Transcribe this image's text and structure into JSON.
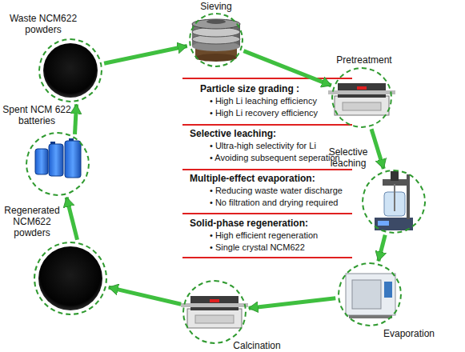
{
  "diagram": {
    "nodes": [
      {
        "text": [
          "Waste NCM622 powders"
        ]
      },
      {
        "text": [
          "Sieving"
        ]
      },
      {
        "text": [
          "Pretreatment"
        ]
      },
      {
        "text": [
          "Selective leaching"
        ]
      },
      {
        "text": [
          "Evaporation"
        ]
      },
      {
        "text": [
          "Calcination"
        ]
      },
      {
        "text": [
          "Regenerated NCM622 powders"
        ]
      },
      {
        "text": [
          "Spent NCM 622 batteries"
        ]
      }
    ],
    "edges": [
      {
        "from": 0,
        "to": 1,
        "arrow": "to"
      },
      {
        "from": 1,
        "to": 2,
        "arrow": "to"
      },
      {
        "from": 2,
        "to": 3,
        "arrow": "to"
      },
      {
        "from": 3,
        "to": 4,
        "arrow": "to"
      },
      {
        "from": 4,
        "to": 5,
        "arrow": "to"
      },
      {
        "from": 5,
        "to": 6,
        "arrow": "to"
      },
      {
        "from": 6,
        "to": 7,
        "arrow": "to"
      },
      {
        "from": 7,
        "to": 0,
        "arrow": "to"
      }
    ],
    "labels": [
      "Particle size grading :",
      "• High Li leaching efficiency",
      "• High Li recovery efficiency",
      "Selective leaching:",
      "• Ultra-high selectivity for Li",
      "• Avoiding subsequent seperation",
      "Multiple-effect evaporation:",
      "• Reducing waste water discharge",
      "• No filtration and drying required",
      "Solid-phase regeneration:",
      "• High efficient regeneration",
      "• Single crystal NCM622"
    ]
  }
}
